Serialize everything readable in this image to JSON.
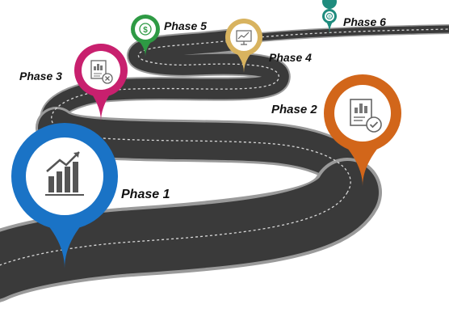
{
  "roadmap": {
    "phases": [
      {
        "label": "Phase 1",
        "color": "#1A73C6",
        "icon": "bar-chart-growth-icon"
      },
      {
        "label": "Phase 2",
        "color": "#D2661A",
        "icon": "report-check-icon"
      },
      {
        "label": "Phase 3",
        "color": "#C8206E",
        "icon": "report-cancel-icon"
      },
      {
        "label": "Phase 4",
        "color": "#D8B35F",
        "icon": "presentation-board-icon"
      },
      {
        "label": "Phase 5",
        "color": "#2E9A44",
        "icon": "dollar-coin-icon"
      },
      {
        "label": "Phase 6",
        "color": "#1F8C7E",
        "icon": "coin-icon"
      }
    ],
    "road_color": "#3a3a3a",
    "road_edge_color": "#9a9a9a"
  }
}
